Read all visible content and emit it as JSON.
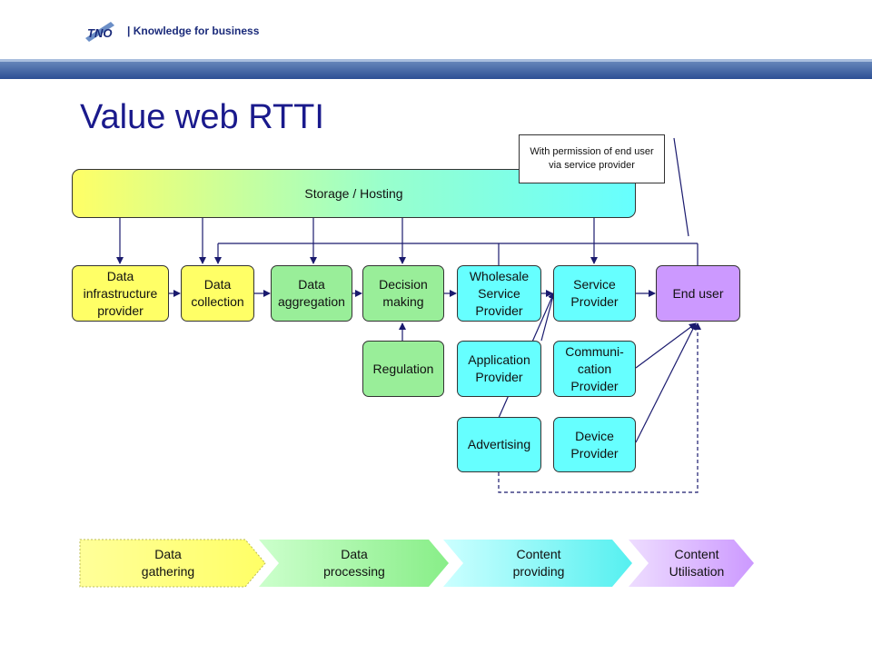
{
  "header": {
    "logo_text": "TNO",
    "tagline": "| Knowledge for business"
  },
  "slide": {
    "title": "Value web RTTI"
  },
  "note": {
    "text": "With permission of end user via service provider"
  },
  "storage": {
    "label": "Storage / Hosting"
  },
  "boxes": {
    "data_infrastructure_provider": "Data\ninfrastructure\nprovider",
    "data_collection": "Data\ncollection",
    "data_aggregation": "Data\naggregation",
    "decision_making": "Decision\nmaking",
    "wholesale_service_provider": "Wholesale\nService\nProvider",
    "service_provider": "Service\nProvider",
    "end_user": "End user",
    "regulation": "Regulation",
    "application_provider": "Application\nProvider",
    "communication_provider": "Communi-\ncation\nProvider",
    "advertising": "Advertising",
    "device_provider": "Device\nProvider"
  },
  "phases": [
    {
      "label": "Data\ngathering"
    },
    {
      "label": "Data\nprocessing"
    },
    {
      "label": "Content\nproviding"
    },
    {
      "label": "Content\nUtilisation"
    }
  ],
  "colors": {
    "title": "#1a1a8c",
    "yellow": "#ffff66",
    "green": "#99ee99",
    "cyan": "#66ffff",
    "purple": "#cc99ff",
    "arrow": "#1a1a6e"
  }
}
